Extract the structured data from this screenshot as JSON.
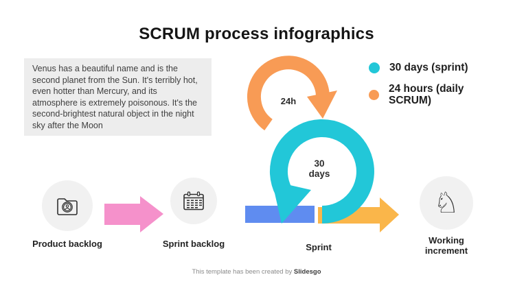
{
  "title": "SCRUM process infographics",
  "intro_text": "Venus has a beautiful name and is the second planet from the Sun. It's terribly hot, even hotter than Mercury, and its atmosphere is extremely poisonous. It's the second-brightest natural object in the night sky after the Moon",
  "colors": {
    "sprint_teal": "#22C7D8",
    "daily_orange": "#F89B55",
    "arrow_pink": "#F591CB",
    "arrow_blue": "#5F8CF0",
    "arrow_yellow": "#FAB64A",
    "intro_bg": "#EDEDED",
    "stage_circle_bg": "#F1F1F1"
  },
  "cycle": {
    "daily_label": "24h",
    "sprint_line1": "30",
    "sprint_line2": "days"
  },
  "legend": {
    "items": [
      {
        "label": "30 days (sprint)",
        "color": "#22C7D8"
      },
      {
        "label": "24 hours (daily SCRUM)",
        "color": "#F89B55"
      }
    ]
  },
  "stages": [
    {
      "label": "Product backlog",
      "icon": "folder-user-icon"
    },
    {
      "label": "Sprint backlog",
      "icon": "calendar-icon"
    },
    {
      "label": "Sprint",
      "icon": "cycle-rings"
    },
    {
      "label": "Working increment",
      "icon": "chess-knight-icon"
    }
  ],
  "icons": {
    "knight_glyph": "♘"
  },
  "footer": {
    "text": "This template has been created by ",
    "brand": "Slidesgo"
  }
}
